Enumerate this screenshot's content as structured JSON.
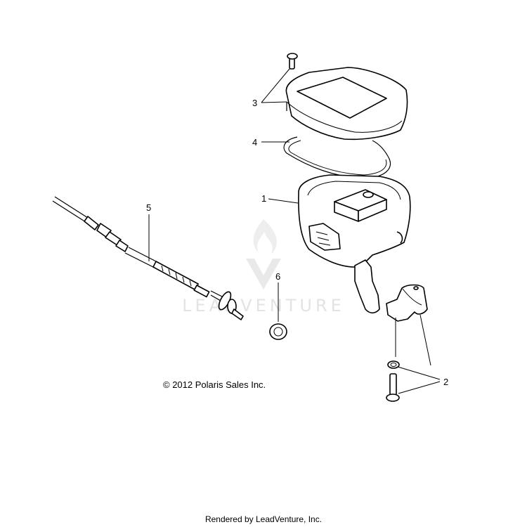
{
  "callouts": {
    "c1": "1",
    "c2": "2",
    "c3": "3",
    "c4": "4",
    "c5": "5",
    "c6": "6"
  },
  "watermark": "LEADVENTURE",
  "copyright": "© 2012 Polaris Sales Inc.",
  "footer": "Rendered by LeadVenture, Inc."
}
